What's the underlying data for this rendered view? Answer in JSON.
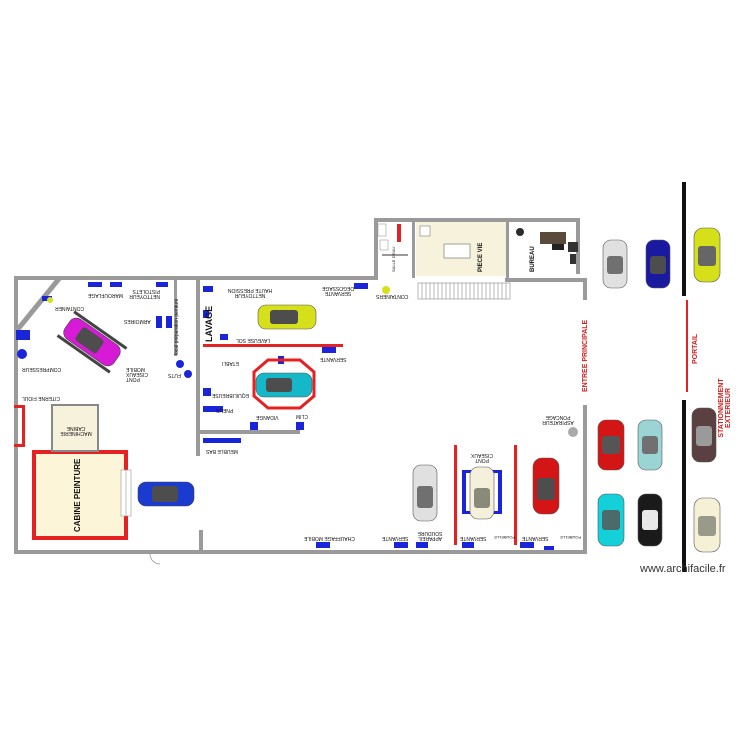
{
  "watermark": "www.archifacile.fr",
  "labels": {
    "entree_principale": "ENTREE PRINCIPALE",
    "portail": "PORTAIL",
    "stationnement_exterieur": "STATIONNEMENT EXTERIEUR",
    "lavage": "LAVAGE",
    "local_preparation_peinture": "local préparation peinture",
    "cabine_peinture": "CABINE PEINTURE",
    "machinerie_cabine": "MACHINERIE CABINE",
    "citerne_fioul": "CITERNE FIOUL",
    "compresseur": "COMPRESSEUR",
    "container_left": "CONTAINER",
    "marouflage": "MAROUFLAGE",
    "nettoyeur_pistolets": "NETTOYEUR PISTOLETS",
    "armoires": "ARMOIRES",
    "pont_ciseaux_mobile": "PONT CISEAUX MOBILE",
    "futs": "FUTS",
    "nettoyeur_haute_pression": "NETTOYEUR HAUTE PRESSION",
    "servante_degossage": "SERVANTE DEGOSSAGE",
    "containers": "CONTAINERS",
    "laveuse_sol": "LAVEUSE SOL",
    "servante_mid": "SERVANTE",
    "etabli": "ETABLI",
    "equilibreuse": "EQUILIBREUSE",
    "pneus": "PNEUS",
    "vidange": "VIDANGE",
    "clim": "CLIM",
    "meuble_bas": "MEUBLE BAS",
    "aspirateur_poncage": "ASPIRATEUR PONCAGE",
    "pont_ciseaux": "PONT CISEAUX",
    "chauffage_mobile": "CHAUFFAGE MOBILE",
    "servante_bottom1": "SERVANTE",
    "appareil_soudure": "APPAREIL SOUDURE",
    "servante_bottom2": "SERVANTE",
    "poubelle1": "POUBELLE",
    "servante_bottom3": "SERVANTE",
    "poubelle2": "POUBELLE",
    "piece_vie": "PIECE VIE",
    "bureau": "BUREAU",
    "salle_eau": "SALLE D'EAU"
  },
  "colors": {
    "wall": "#9a9a9a",
    "red_marking": "#e52121",
    "equipment_blue": "#1a24d9",
    "car_yellow": "#d6e01a",
    "car_cyan": "#14b8c8",
    "car_magenta": "#d61ad6",
    "car_blue": "#1a3ad0",
    "car_red": "#d41515",
    "car_grey": "#cfcfcf",
    "cabin_fill": "#fdf5d8",
    "floor_beige": "#f7f2dc"
  }
}
